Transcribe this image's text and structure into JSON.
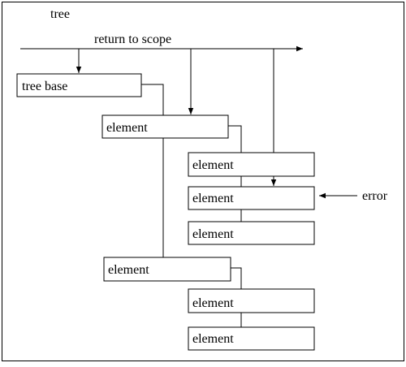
{
  "diagram": {
    "title": "tree",
    "return_label": "return to scope",
    "error_label": "error",
    "nodes": {
      "tree_base": "tree base",
      "element_a": "element",
      "element_a1": "element",
      "element_a2": "element",
      "element_a3": "element",
      "element_b": "element",
      "element_b1": "element",
      "element_b2": "element"
    }
  }
}
